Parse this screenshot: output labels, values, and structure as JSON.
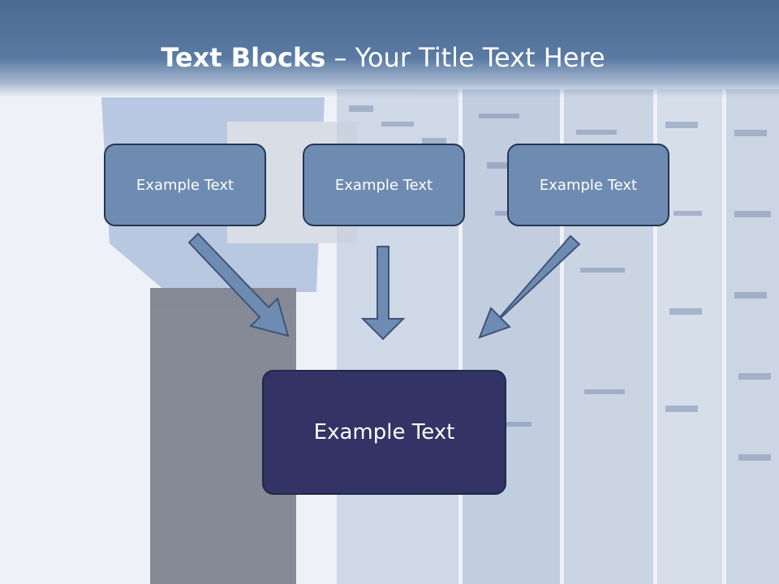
{
  "slide": {
    "title_bold": "Text Blocks",
    "title_rest": " – Your Title Text Here"
  },
  "blocks": [
    {
      "text": "Example Text"
    },
    {
      "text": "Example Text"
    },
    {
      "text": "Example Text"
    }
  ],
  "target": {
    "text": "Example Text"
  },
  "colors": {
    "header": "#5a7aa3",
    "small_box": "#6e8cb1",
    "target_box": "#333366",
    "arrow": "#6e8cb1"
  }
}
